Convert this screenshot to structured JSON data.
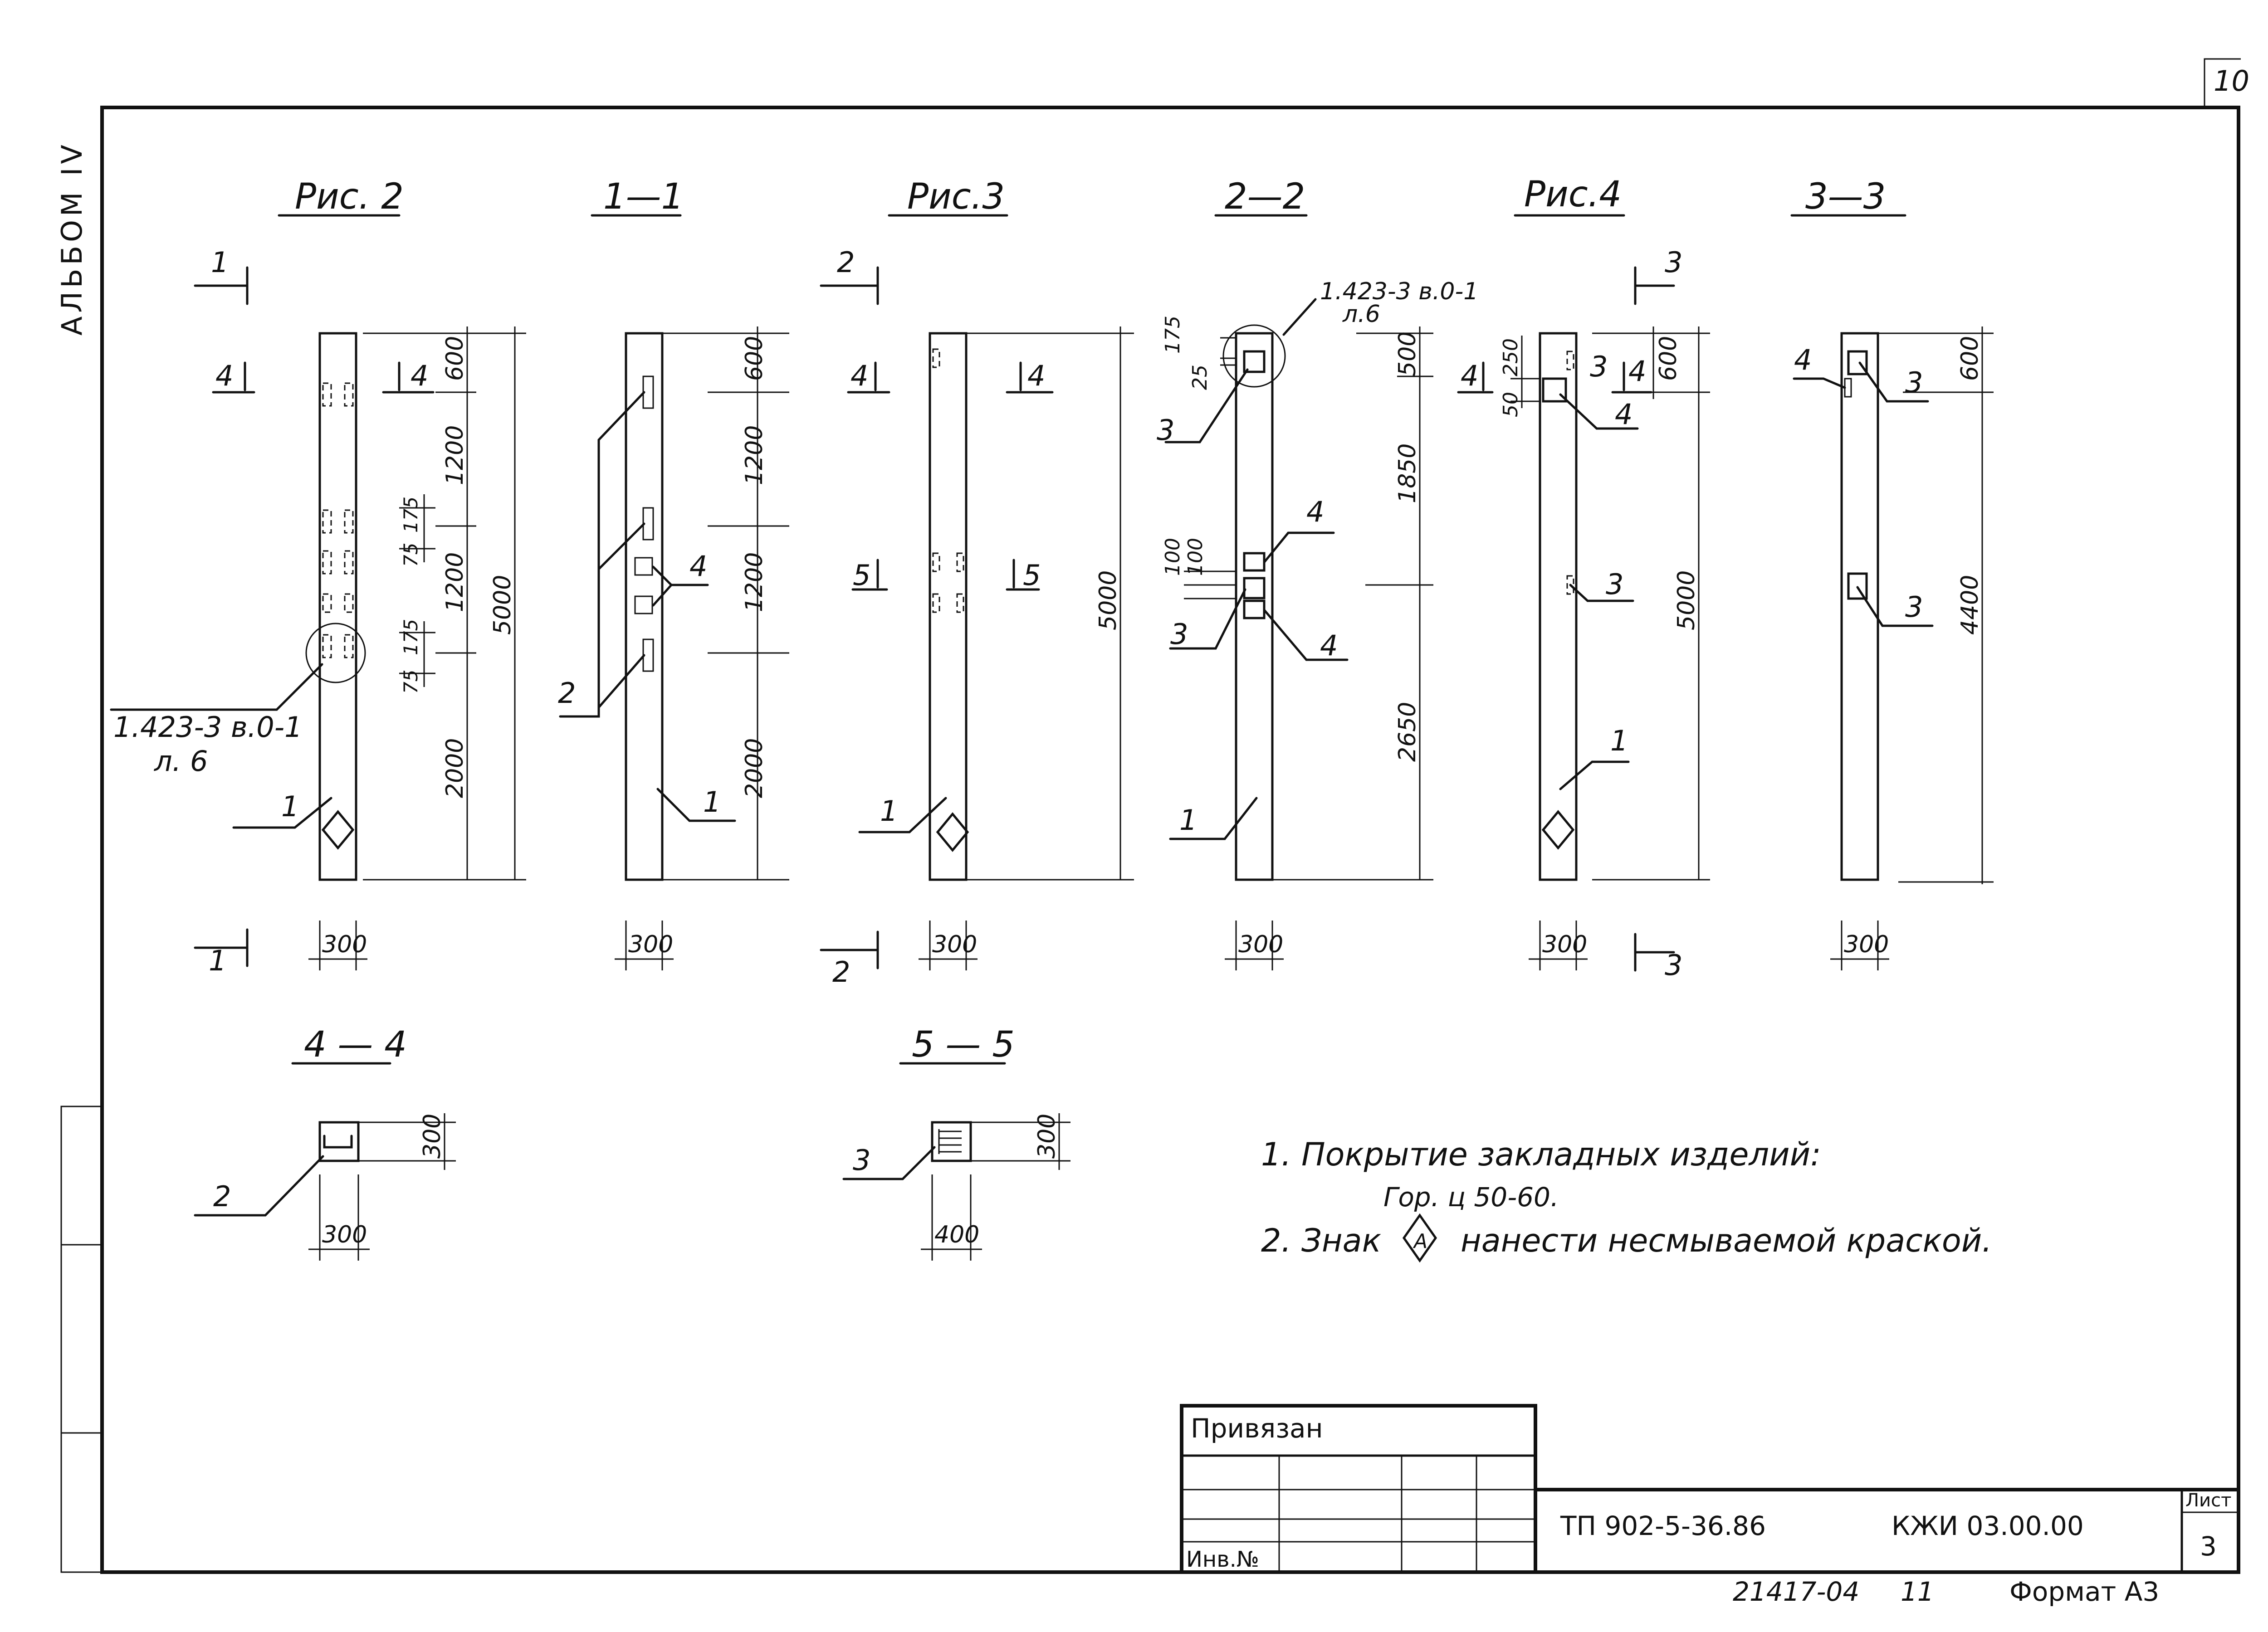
{
  "page_number": "10",
  "album_label": "АЛЬБОМ IV",
  "figures": {
    "fig2": {
      "title": "Рис. 2",
      "cut_marks": [
        "1",
        "1",
        "4",
        "4"
      ],
      "dims_right": [
        "600",
        "1200",
        "1200",
        "2000",
        "5000",
        "175",
        "75",
        "175",
        "75"
      ],
      "width": "300",
      "ref": [
        "1.423-3  в.0-1",
        "л. 6"
      ],
      "callouts": [
        "1"
      ]
    },
    "sec11": {
      "title": "1—1",
      "dims": [
        "600",
        "1200",
        "1200",
        "2000"
      ],
      "width": "300",
      "callouts": [
        "2",
        "4",
        "1"
      ]
    },
    "fig3": {
      "title": "Рис.3",
      "cut_marks": [
        "2",
        "2",
        "4",
        "4",
        "5",
        "5"
      ],
      "dims": [
        "5000"
      ],
      "width": "300",
      "callouts": [
        "1"
      ]
    },
    "sec22": {
      "title": "2—2",
      "ref": [
        "1.423-3  в.0-1",
        "л.6"
      ],
      "dims_left": [
        "175",
        "25",
        "100",
        "100"
      ],
      "dims_right": [
        "500",
        "1850",
        "2650"
      ],
      "width": "300",
      "callouts": [
        "3",
        "4",
        "3",
        "4",
        "1"
      ]
    },
    "fig4": {
      "title": "Рис.4",
      "cut_marks": [
        "3",
        "3",
        "4",
        "4"
      ],
      "dims_left": [
        "250",
        "50"
      ],
      "dims_right": [
        "600",
        "5000"
      ],
      "width": "300",
      "callouts": [
        "3",
        "4",
        "3",
        "1"
      ]
    },
    "sec33": {
      "title": "3—3",
      "dims": [
        "600",
        "4400"
      ],
      "width": "300",
      "callouts": [
        "4",
        "3",
        "3"
      ]
    },
    "sec44": {
      "title": "4 — 4",
      "dims": [
        "300",
        "300"
      ],
      "callouts": [
        "2"
      ]
    },
    "sec55": {
      "title": "5 — 5",
      "dims": [
        "300",
        "400"
      ],
      "callouts": [
        "3"
      ]
    }
  },
  "notes": {
    "n1": "1. Покрытие  закладных   изделий:",
    "n1b": "Гор.  ц  50-60.",
    "n2a": "2. Знак",
    "n2b": "нанести  несмываемой  краской.",
    "mark_letter": "А"
  },
  "stamp": {
    "tied": "Привязан",
    "inv": "Инв.№",
    "code": "ТП  902-5-36.86",
    "doc": "КЖИ  03.00.00",
    "sheet_label": "Лист",
    "sheet_no": "3",
    "footer_num": "21417-04",
    "footer_page": "11",
    "format": "Формат А3"
  }
}
